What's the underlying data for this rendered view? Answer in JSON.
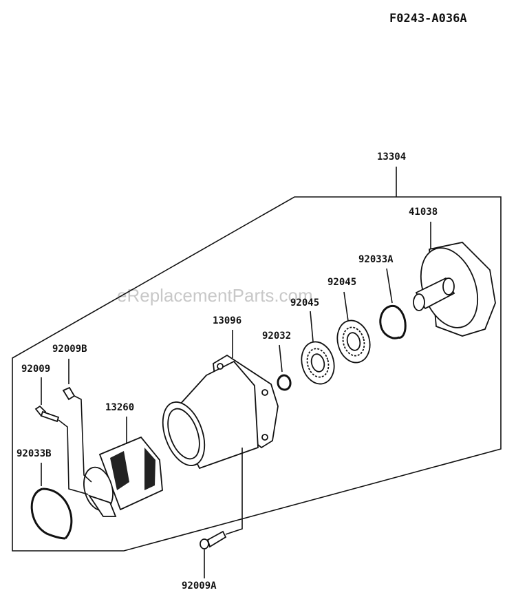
{
  "figure_code": "F0243-A036A",
  "watermark": "eReplacementParts.com",
  "labels": {
    "assembly": "13304",
    "drum": "41038",
    "snap_ring_a": "92033A",
    "bearing_1": "92045",
    "bearing_2": "92045",
    "snap_ring": "92032",
    "housing": "13096",
    "bolt_b": "92009B",
    "bolt": "92009",
    "clutch": "13260",
    "snap_ring_b": "92033B",
    "screw_a": "92009A"
  }
}
